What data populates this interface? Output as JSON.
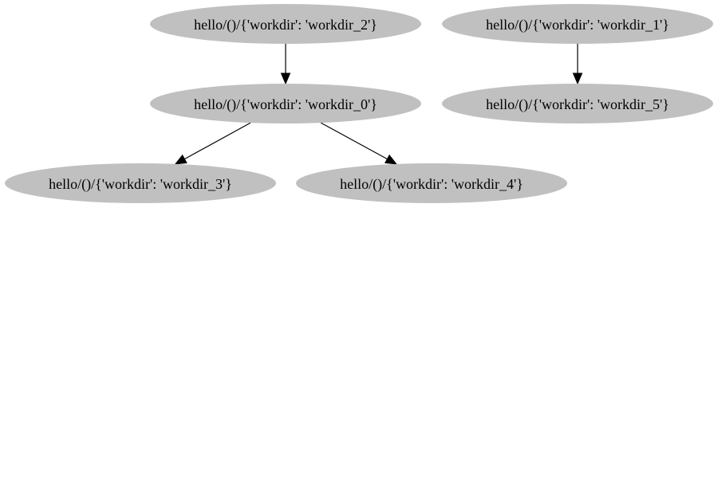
{
  "graph": {
    "node_fill_color": "#c0c0c0",
    "edge_color": "#000000",
    "nodes": [
      {
        "id": "n2",
        "label": "hello/()/{'workdir': 'workdir_2'}"
      },
      {
        "id": "n1",
        "label": "hello/()/{'workdir': 'workdir_1'}"
      },
      {
        "id": "n0",
        "label": "hello/()/{'workdir': 'workdir_0'}"
      },
      {
        "id": "n5",
        "label": "hello/()/{'workdir': 'workdir_5'}"
      },
      {
        "id": "n3",
        "label": "hello/()/{'workdir': 'workdir_3'}"
      },
      {
        "id": "n4",
        "label": "hello/()/{'workdir': 'workdir_4'}"
      }
    ],
    "edges": [
      {
        "from": "n2",
        "to": "n0"
      },
      {
        "from": "n1",
        "to": "n5"
      },
      {
        "from": "n0",
        "to": "n3"
      },
      {
        "from": "n0",
        "to": "n4"
      }
    ]
  }
}
